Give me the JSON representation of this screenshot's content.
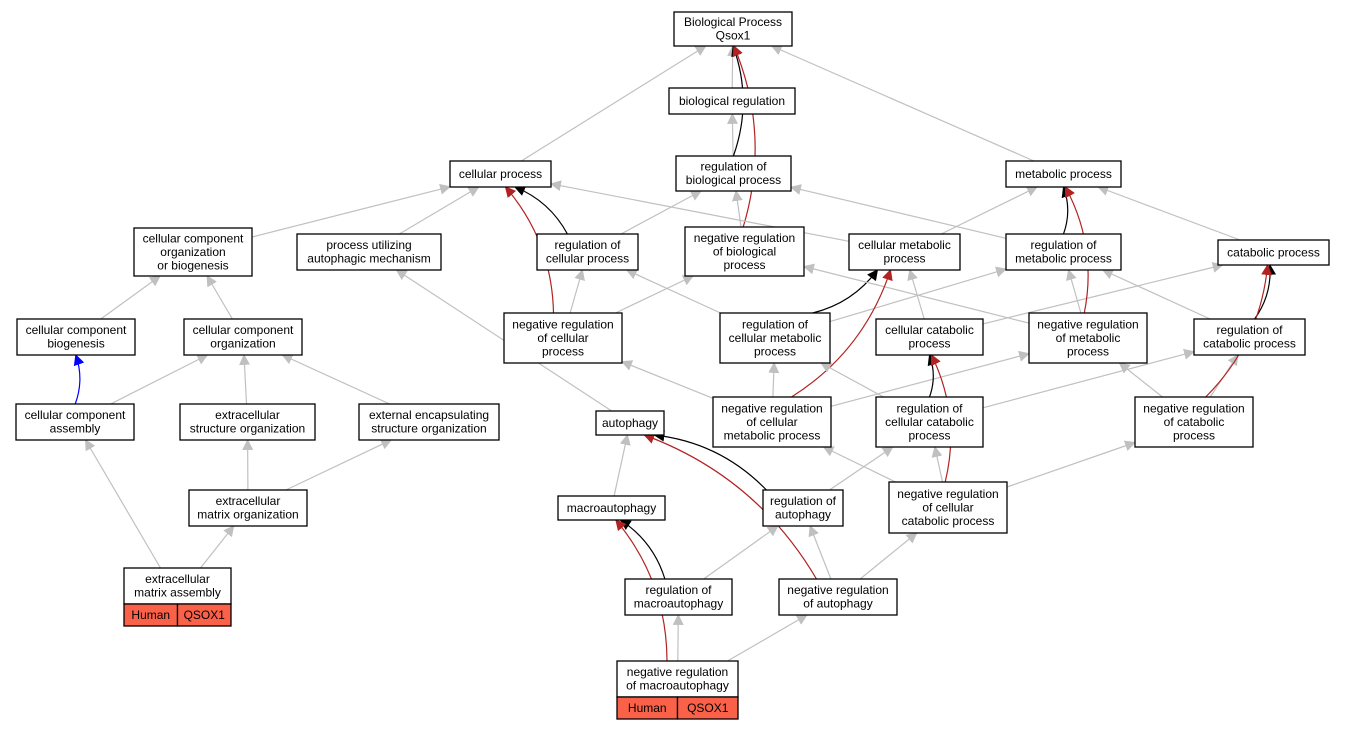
{
  "colors": {
    "grey": "#c0c0c0",
    "black": "#000000",
    "red": "#b22222",
    "blue": "#0000ff",
    "species_fill": "#fa6149"
  },
  "nodes": [
    {
      "id": "bp",
      "lines": [
        "Biological Process",
        "Qsox1"
      ]
    },
    {
      "id": "breg",
      "lines": [
        "biological regulation"
      ]
    },
    {
      "id": "cellproc",
      "lines": [
        "cellular process"
      ]
    },
    {
      "id": "regbio",
      "lines": [
        "regulation of",
        "biological process"
      ]
    },
    {
      "id": "metproc",
      "lines": [
        "metabolic process"
      ]
    },
    {
      "id": "ccob",
      "lines": [
        "cellular component",
        "organization",
        "or biogenesis"
      ]
    },
    {
      "id": "pua",
      "lines": [
        "process utilizing",
        "autophagic mechanism"
      ]
    },
    {
      "id": "regcp",
      "lines": [
        "regulation of",
        "cellular process"
      ]
    },
    {
      "id": "negregbio",
      "lines": [
        "negative regulation",
        "of biological",
        "process"
      ]
    },
    {
      "id": "cellmet",
      "lines": [
        "cellular metabolic",
        "process"
      ]
    },
    {
      "id": "regmet",
      "lines": [
        "regulation of",
        "metabolic process"
      ]
    },
    {
      "id": "catab",
      "lines": [
        "catabolic process"
      ]
    },
    {
      "id": "ccbio",
      "lines": [
        "cellular component",
        "biogenesis"
      ]
    },
    {
      "id": "ccorg",
      "lines": [
        "cellular component",
        "organization"
      ]
    },
    {
      "id": "negregcp",
      "lines": [
        "negative regulation",
        "of cellular",
        "process"
      ]
    },
    {
      "id": "regcellmet",
      "lines": [
        "regulation of",
        "cellular metabolic",
        "process"
      ]
    },
    {
      "id": "cellcat",
      "lines": [
        "cellular catabolic",
        "process"
      ]
    },
    {
      "id": "negregmet",
      "lines": [
        "negative regulation",
        "of metabolic",
        "process"
      ]
    },
    {
      "id": "regcat",
      "lines": [
        "regulation of",
        "catabolic process"
      ]
    },
    {
      "id": "ccasm",
      "lines": [
        "cellular component",
        "assembly"
      ]
    },
    {
      "id": "extorg",
      "lines": [
        "extracellular",
        "structure organization"
      ]
    },
    {
      "id": "extenc",
      "lines": [
        "external encapsulating",
        "structure organization"
      ]
    },
    {
      "id": "autoph",
      "lines": [
        "autophagy"
      ]
    },
    {
      "id": "negregcellmet",
      "lines": [
        "negative regulation",
        "of cellular",
        "metabolic process"
      ]
    },
    {
      "id": "regcellcat",
      "lines": [
        "regulation of",
        "cellular catabolic",
        "process"
      ]
    },
    {
      "id": "negregcat",
      "lines": [
        "negative regulation",
        "of catabolic",
        "process"
      ]
    },
    {
      "id": "ecmorg",
      "lines": [
        "extracellular",
        "matrix organization"
      ]
    },
    {
      "id": "macroaut",
      "lines": [
        "macroautophagy"
      ]
    },
    {
      "id": "regaut",
      "lines": [
        "regulation of",
        "autophagy"
      ]
    },
    {
      "id": "negregcellcat",
      "lines": [
        "negative regulation",
        "of cellular",
        "catabolic process"
      ]
    },
    {
      "id": "ecmasm",
      "lines": [
        "extracellular",
        "matrix assembly"
      ],
      "species": [
        "Human",
        "QSOX1"
      ]
    },
    {
      "id": "regmacro",
      "lines": [
        "regulation of",
        "macroautophagy"
      ]
    },
    {
      "id": "negregaut",
      "lines": [
        "negative regulation",
        "of autophagy"
      ]
    },
    {
      "id": "negregmacro",
      "lines": [
        "negative regulation",
        "of macroautophagy"
      ],
      "species": [
        "Human",
        "QSOX1"
      ]
    }
  ],
  "edges": [
    {
      "from": "breg",
      "to": "bp",
      "color": "grey"
    },
    {
      "from": "cellproc",
      "to": "bp",
      "color": "grey"
    },
    {
      "from": "metproc",
      "to": "bp",
      "color": "grey"
    },
    {
      "from": "regbio",
      "to": "breg",
      "color": "grey"
    },
    {
      "from": "regbio",
      "to": "bp",
      "color": "black"
    },
    {
      "from": "negregbio",
      "to": "bp",
      "color": "red"
    },
    {
      "from": "negregbio",
      "to": "regbio",
      "color": "grey"
    },
    {
      "from": "ccob",
      "to": "cellproc",
      "color": "grey"
    },
    {
      "from": "pua",
      "to": "cellproc",
      "color": "grey"
    },
    {
      "from": "regcp",
      "to": "cellproc",
      "color": "black"
    },
    {
      "from": "regcp",
      "to": "regbio",
      "color": "grey"
    },
    {
      "from": "cellmet",
      "to": "cellproc",
      "color": "grey"
    },
    {
      "from": "cellmet",
      "to": "metproc",
      "color": "grey"
    },
    {
      "from": "regmet",
      "to": "metproc",
      "color": "black"
    },
    {
      "from": "regmet",
      "to": "regbio",
      "color": "grey"
    },
    {
      "from": "catab",
      "to": "metproc",
      "color": "grey"
    },
    {
      "from": "ccbio",
      "to": "ccob",
      "color": "grey"
    },
    {
      "from": "ccorg",
      "to": "ccob",
      "color": "grey"
    },
    {
      "from": "negregcp",
      "to": "cellproc",
      "color": "red"
    },
    {
      "from": "negregcp",
      "to": "regcp",
      "color": "grey"
    },
    {
      "from": "negregcp",
      "to": "negregbio",
      "color": "grey"
    },
    {
      "from": "regcellmet",
      "to": "regcp",
      "color": "grey"
    },
    {
      "from": "regcellmet",
      "to": "cellmet",
      "color": "black"
    },
    {
      "from": "regcellmet",
      "to": "regmet",
      "color": "grey"
    },
    {
      "from": "cellcat",
      "to": "cellmet",
      "color": "grey"
    },
    {
      "from": "cellcat",
      "to": "catab",
      "color": "grey"
    },
    {
      "from": "negregmet",
      "to": "regmet",
      "color": "grey"
    },
    {
      "from": "negregmet",
      "to": "metproc",
      "color": "red"
    },
    {
      "from": "negregmet",
      "to": "negregbio",
      "color": "grey"
    },
    {
      "from": "regcat",
      "to": "catab",
      "color": "black"
    },
    {
      "from": "regcat",
      "to": "regmet",
      "color": "grey"
    },
    {
      "from": "ccasm",
      "to": "ccbio",
      "color": "blue"
    },
    {
      "from": "ccasm",
      "to": "ccorg",
      "color": "grey"
    },
    {
      "from": "extorg",
      "to": "ccorg",
      "color": "grey"
    },
    {
      "from": "extenc",
      "to": "ccorg",
      "color": "grey"
    },
    {
      "from": "autoph",
      "to": "pua",
      "color": "grey"
    },
    {
      "from": "negregcellmet",
      "to": "negregcp",
      "color": "grey"
    },
    {
      "from": "negregcellmet",
      "to": "regcellmet",
      "color": "grey"
    },
    {
      "from": "negregcellmet",
      "to": "cellmet",
      "color": "red"
    },
    {
      "from": "negregcellmet",
      "to": "negregmet",
      "color": "grey"
    },
    {
      "from": "regcellcat",
      "to": "regcellmet",
      "color": "grey"
    },
    {
      "from": "regcellcat",
      "to": "cellcat",
      "color": "black"
    },
    {
      "from": "regcellcat",
      "to": "regcat",
      "color": "grey"
    },
    {
      "from": "negregcat",
      "to": "regcat",
      "color": "grey"
    },
    {
      "from": "negregcat",
      "to": "negregmet",
      "color": "grey"
    },
    {
      "from": "negregcat",
      "to": "catab",
      "color": "red"
    },
    {
      "from": "ecmorg",
      "to": "extorg",
      "color": "grey"
    },
    {
      "from": "ecmorg",
      "to": "extenc",
      "color": "grey"
    },
    {
      "from": "macroaut",
      "to": "autoph",
      "color": "grey"
    },
    {
      "from": "regaut",
      "to": "autoph",
      "color": "black"
    },
    {
      "from": "regaut",
      "to": "regcellcat",
      "color": "grey"
    },
    {
      "from": "negregcellcat",
      "to": "negregcellmet",
      "color": "grey"
    },
    {
      "from": "negregcellcat",
      "to": "regcellcat",
      "color": "grey"
    },
    {
      "from": "negregcellcat",
      "to": "cellcat",
      "color": "red"
    },
    {
      "from": "negregcellcat",
      "to": "negregcat",
      "color": "grey"
    },
    {
      "from": "ecmasm",
      "to": "ccasm",
      "color": "grey"
    },
    {
      "from": "ecmasm",
      "to": "ecmorg",
      "color": "grey"
    },
    {
      "from": "regmacro",
      "to": "macroaut",
      "color": "black"
    },
    {
      "from": "regmacro",
      "to": "regaut",
      "color": "grey"
    },
    {
      "from": "negregaut",
      "to": "autoph",
      "color": "red"
    },
    {
      "from": "negregaut",
      "to": "regaut",
      "color": "grey"
    },
    {
      "from": "negregaut",
      "to": "negregcellcat",
      "color": "grey"
    },
    {
      "from": "negregmacro",
      "to": "regmacro",
      "color": "grey"
    },
    {
      "from": "negregmacro",
      "to": "macroaut",
      "color": "red"
    },
    {
      "from": "negregmacro",
      "to": "negregaut",
      "color": "grey"
    }
  ]
}
